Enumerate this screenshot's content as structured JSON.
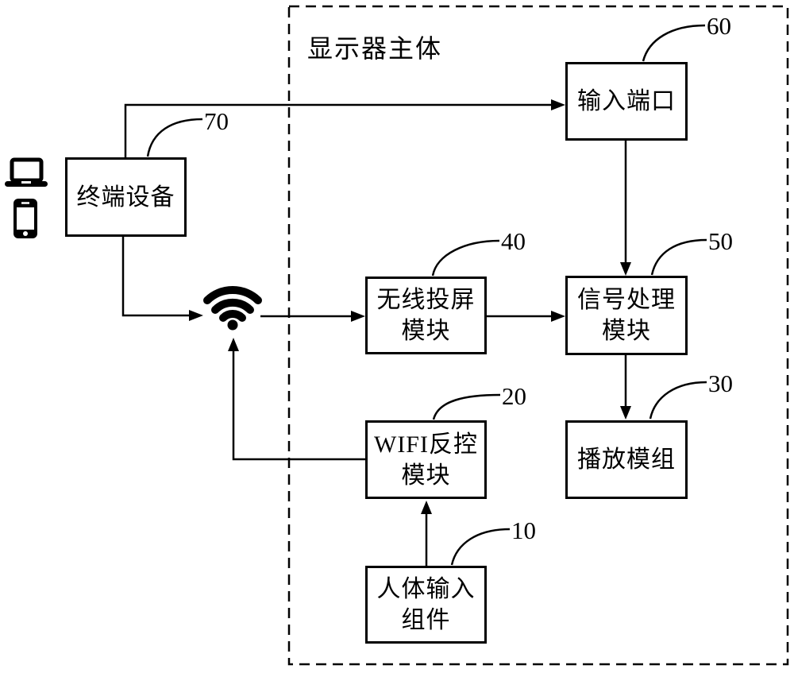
{
  "frame": {
    "label": "显示器主体"
  },
  "nodes": {
    "terminal": {
      "label": "终端设备",
      "ref": "70"
    },
    "input_port": {
      "label": "输入端口",
      "ref": "60"
    },
    "wireless_cast": {
      "label": "无线投屏\n模块",
      "ref": "40"
    },
    "signal_process": {
      "label": "信号处理\n模块",
      "ref": "50"
    },
    "wifi_reverse": {
      "label": "WIFI反控\n模块",
      "ref": "20"
    },
    "playback": {
      "label": "播放模组",
      "ref": "30"
    },
    "human_input": {
      "label": "人体输入\n组件",
      "ref": "10"
    }
  },
  "icons": {
    "wifi": "wifi-icon",
    "laptop": "laptop-icon",
    "smartphone": "smartphone-icon"
  },
  "edges": [
    {
      "from": "终端设备",
      "to": "输入端口"
    },
    {
      "from": "终端设备",
      "to": "WIFI信号"
    },
    {
      "from": "WIFI信号",
      "to": "无线投屏模块"
    },
    {
      "from": "无线投屏模块",
      "to": "信号处理模块"
    },
    {
      "from": "输入端口",
      "to": "信号处理模块"
    },
    {
      "from": "信号处理模块",
      "to": "播放模组"
    },
    {
      "from": "WIFI反控模块",
      "to": "WIFI信号"
    },
    {
      "from": "人体输入组件",
      "to": "WIFI反控模块"
    }
  ],
  "colors": {
    "line": "#000000",
    "background": "#ffffff"
  }
}
